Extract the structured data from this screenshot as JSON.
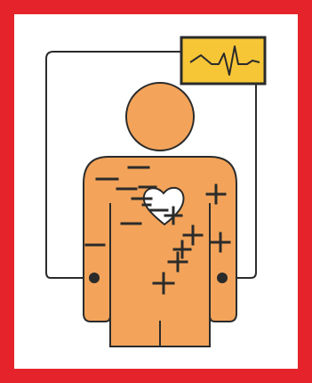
{
  "illustration": {
    "subject": "human-figure-with-ecg-monitor",
    "frame_color": "#e5232b",
    "body_color": "#f3a45a",
    "monitor_color": "#f6c637",
    "line_color": "#2b2b2b",
    "heart_color": "#ffffff",
    "icons": [
      "ecg-monitor-icon",
      "heart-icon",
      "electrode-icon"
    ],
    "minus_sign_count": 9,
    "plus_sign_count": 7
  }
}
